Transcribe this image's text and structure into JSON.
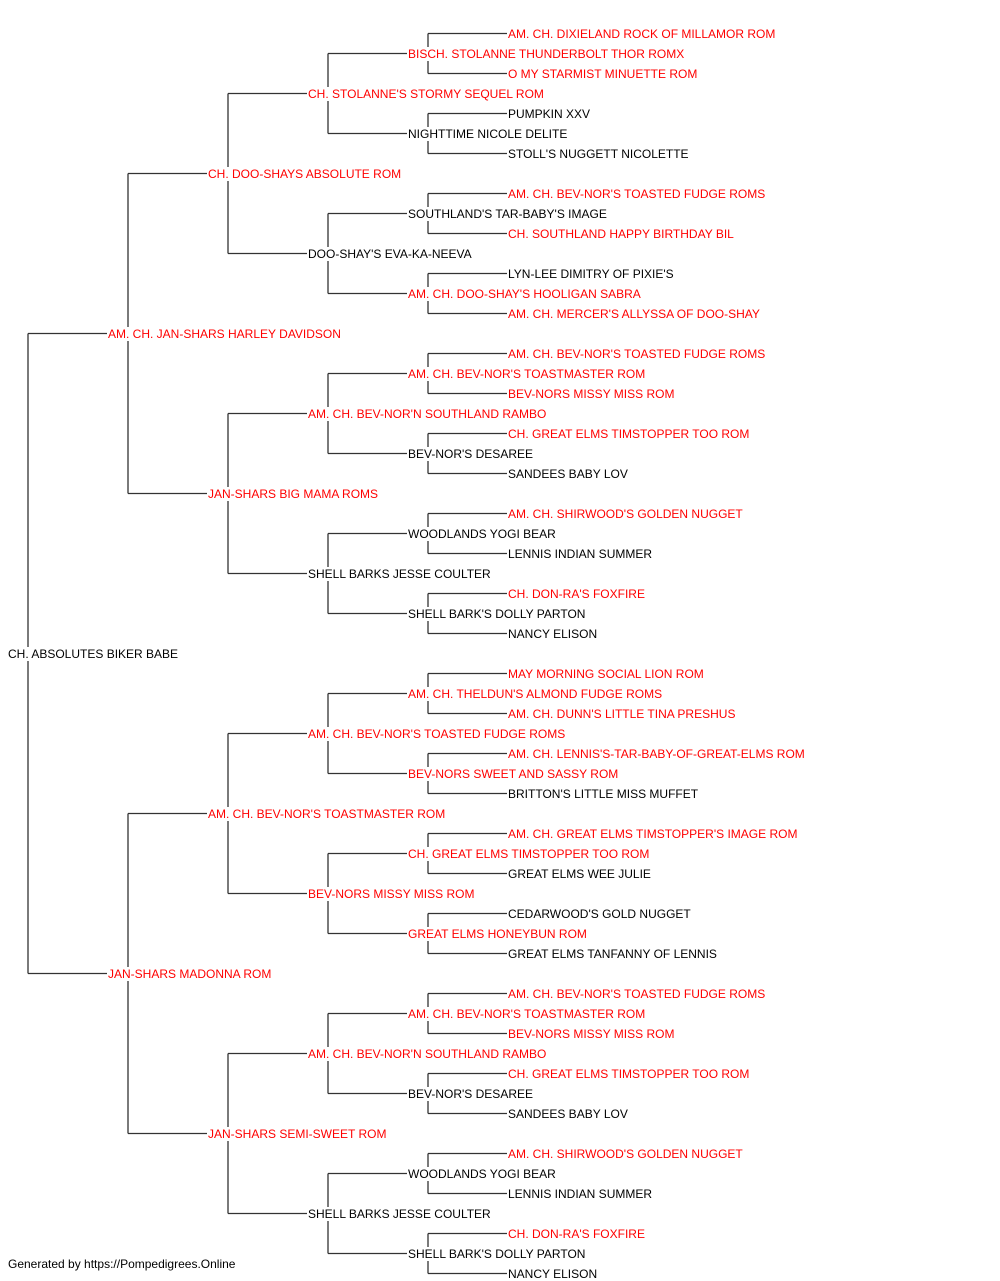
{
  "colors": {
    "titled": "#ff0000",
    "untitled": "#000000",
    "lines": "#333333"
  },
  "footer": "Generated by https://Pompedigrees.Online",
  "pedigree": {
    "name": "CH. ABSOLUTES BIKER BABE",
    "titled": false,
    "sire": {
      "name": "AM. CH. JAN-SHARS HARLEY DAVIDSON",
      "titled": true,
      "sire": {
        "name": "CH. DOO-SHAYS ABSOLUTE ROM",
        "titled": true,
        "sire": {
          "name": "CH. STOLANNE'S STORMY SEQUEL ROM",
          "titled": true,
          "sire": {
            "name": "BISCH. STOLANNE THUNDERBOLT THOR ROMX",
            "titled": true,
            "sire": {
              "name": "AM. CH. DIXIELAND ROCK OF MILLAMOR ROM",
              "titled": true
            },
            "dam": {
              "name": "O MY STARMIST MINUETTE ROM",
              "titled": true
            }
          },
          "dam": {
            "name": "NIGHTTIME NICOLE DELITE",
            "titled": false,
            "sire": {
              "name": "PUMPKIN XXV",
              "titled": false
            },
            "dam": {
              "name": "STOLL'S NUGGETT NICOLETTE",
              "titled": false
            }
          }
        },
        "dam": {
          "name": "DOO-SHAY'S EVA-KA-NEEVA",
          "titled": false,
          "sire": {
            "name": "SOUTHLAND'S TAR-BABY'S IMAGE",
            "titled": false,
            "sire": {
              "name": "AM. CH. BEV-NOR'S TOASTED FUDGE ROMS",
              "titled": true
            },
            "dam": {
              "name": "CH. SOUTHLAND HAPPY BIRTHDAY BIL",
              "titled": true
            }
          },
          "dam": {
            "name": "AM. CH. DOO-SHAY'S HOOLIGAN SABRA",
            "titled": true,
            "sire": {
              "name": "LYN-LEE DIMITRY OF PIXIE'S",
              "titled": false
            },
            "dam": {
              "name": "AM. CH. MERCER'S ALLYSSA OF DOO-SHAY",
              "titled": true
            }
          }
        }
      },
      "dam": {
        "name": "JAN-SHARS BIG MAMA ROMS",
        "titled": true,
        "sire": {
          "name": "AM. CH. BEV-NOR'N SOUTHLAND RAMBO",
          "titled": true,
          "sire": {
            "name": "AM. CH. BEV-NOR'S TOASTMASTER ROM",
            "titled": true,
            "sire": {
              "name": "AM. CH. BEV-NOR'S TOASTED FUDGE ROMS",
              "titled": true
            },
            "dam": {
              "name": "BEV-NORS MISSY MISS ROM",
              "titled": true
            }
          },
          "dam": {
            "name": "BEV-NOR'S DESAREE",
            "titled": false,
            "sire": {
              "name": "CH. GREAT ELMS TIMSTOPPER TOO ROM",
              "titled": true
            },
            "dam": {
              "name": "SANDEES BABY LOV",
              "titled": false
            }
          }
        },
        "dam": {
          "name": "SHELL BARKS JESSE COULTER",
          "titled": false,
          "sire": {
            "name": "WOODLANDS YOGI BEAR",
            "titled": false,
            "sire": {
              "name": "AM. CH. SHIRWOOD'S GOLDEN NUGGET",
              "titled": true
            },
            "dam": {
              "name": "LENNIS INDIAN SUMMER",
              "titled": false
            }
          },
          "dam": {
            "name": "SHELL BARK'S DOLLY PARTON",
            "titled": false,
            "sire": {
              "name": "CH. DON-RA'S FOXFIRE",
              "titled": true
            },
            "dam": {
              "name": "NANCY ELISON",
              "titled": false
            }
          }
        }
      }
    },
    "dam": {
      "name": "JAN-SHARS MADONNA ROM",
      "titled": true,
      "sire": {
        "name": "AM. CH. BEV-NOR'S TOASTMASTER ROM",
        "titled": true,
        "sire": {
          "name": "AM. CH. BEV-NOR'S TOASTED FUDGE ROMS",
          "titled": true,
          "sire": {
            "name": "AM. CH. THELDUN'S ALMOND FUDGE ROMS",
            "titled": true,
            "sire": {
              "name": "MAY MORNING SOCIAL LION ROM",
              "titled": true
            },
            "dam": {
              "name": "AM. CH. DUNN'S LITTLE TINA PRESHUS",
              "titled": true
            }
          },
          "dam": {
            "name": "BEV-NORS SWEET AND SASSY ROM",
            "titled": true,
            "sire": {
              "name": "AM. CH. LENNIS'S-TAR-BABY-OF-GREAT-ELMS ROM",
              "titled": true
            },
            "dam": {
              "name": "BRITTON'S LITTLE MISS MUFFET",
              "titled": false
            }
          }
        },
        "dam": {
          "name": "BEV-NORS MISSY MISS ROM",
          "titled": true,
          "sire": {
            "name": "CH. GREAT ELMS TIMSTOPPER TOO ROM",
            "titled": true,
            "sire": {
              "name": "AM. CH. GREAT ELMS TIMSTOPPER'S IMAGE ROM",
              "titled": true
            },
            "dam": {
              "name": "GREAT ELMS WEE JULIE",
              "titled": false
            }
          },
          "dam": {
            "name": "GREAT ELMS HONEYBUN ROM",
            "titled": true,
            "sire": {
              "name": "CEDARWOOD'S GOLD NUGGET",
              "titled": false
            },
            "dam": {
              "name": "GREAT ELMS TANFANNY OF LENNIS",
              "titled": false
            }
          }
        }
      },
      "dam": {
        "name": "JAN-SHARS SEMI-SWEET ROM",
        "titled": true,
        "sire": {
          "name": "AM. CH. BEV-NOR'N SOUTHLAND RAMBO",
          "titled": true,
          "sire": {
            "name": "AM. CH. BEV-NOR'S TOASTMASTER ROM",
            "titled": true,
            "sire": {
              "name": "AM. CH. BEV-NOR'S TOASTED FUDGE ROMS",
              "titled": true
            },
            "dam": {
              "name": "BEV-NORS MISSY MISS ROM",
              "titled": true
            }
          },
          "dam": {
            "name": "BEV-NOR'S DESAREE",
            "titled": false,
            "sire": {
              "name": "CH. GREAT ELMS TIMSTOPPER TOO ROM",
              "titled": true
            },
            "dam": {
              "name": "SANDEES BABY LOV",
              "titled": false
            }
          }
        },
        "dam": {
          "name": "SHELL BARKS JESSE COULTER",
          "titled": false,
          "sire": {
            "name": "WOODLANDS YOGI BEAR",
            "titled": false,
            "sire": {
              "name": "AM. CH. SHIRWOOD'S GOLDEN NUGGET",
              "titled": true
            },
            "dam": {
              "name": "LENNIS INDIAN SUMMER",
              "titled": false
            }
          },
          "dam": {
            "name": "SHELL BARK'S DOLLY PARTON",
            "titled": false,
            "sire": {
              "name": "CH. DON-RA'S FOXFIRE",
              "titled": true
            },
            "dam": {
              "name": "NANCY ELISON",
              "titled": false
            }
          }
        }
      }
    }
  }
}
